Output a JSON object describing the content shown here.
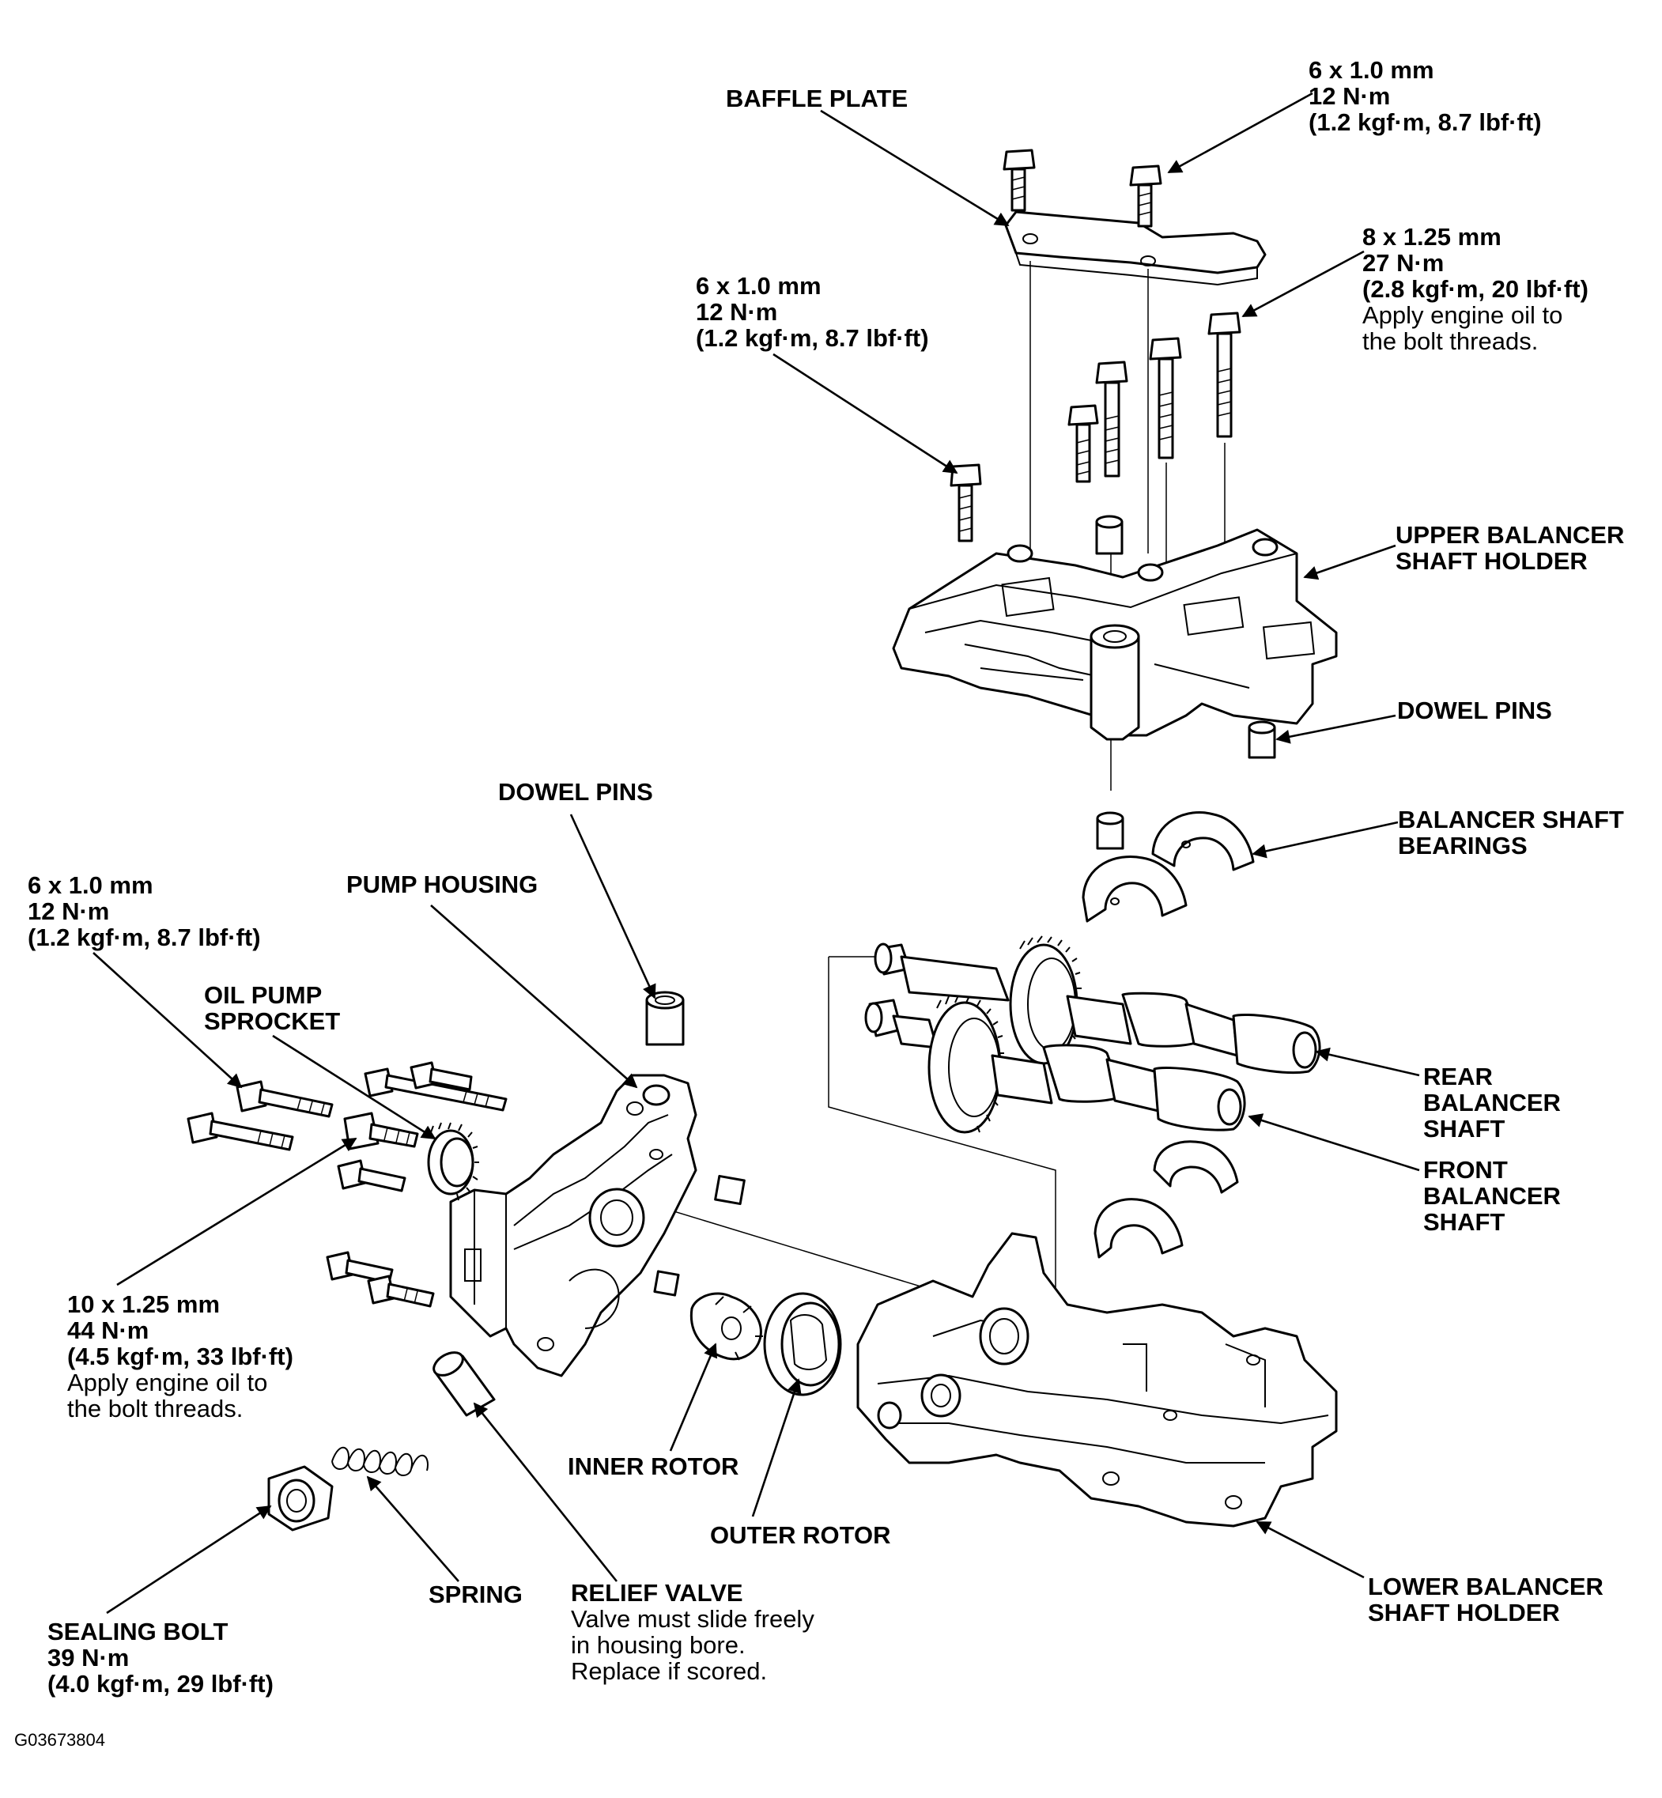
{
  "figure_id": "G03673804",
  "labels": {
    "baffle_plate": {
      "lines": [
        "BAFFLE PLATE"
      ]
    },
    "bolt_top_right": {
      "bold": [
        "6 x 1.0 mm",
        "12 N·m",
        "(1.2 kgf·m, 8.7 lbf·ft)"
      ],
      "normal": []
    },
    "bolt_8x125": {
      "bold": [
        "8 x 1.25 mm",
        "27 N·m",
        "(2.8 kgf·m, 20 lbf·ft)"
      ],
      "normal": [
        "Apply engine oil to",
        "the bolt threads."
      ]
    },
    "bolt_top_left": {
      "bold": [
        "6 x 1.0 mm",
        "12 N·m",
        "(1.2 kgf·m, 8.7 lbf·ft)"
      ],
      "normal": []
    },
    "upper_holder": {
      "lines": [
        "UPPER BALANCER",
        "SHAFT HOLDER"
      ]
    },
    "dowel_pins_right": {
      "lines": [
        "DOWEL PINS"
      ]
    },
    "dowel_pins_center": {
      "lines": [
        "DOWEL PINS"
      ]
    },
    "bearings": {
      "lines": [
        "BALANCER SHAFT",
        "BEARINGS"
      ]
    },
    "pump_housing": {
      "lines": [
        "PUMP HOUSING"
      ]
    },
    "bolt_left": {
      "bold": [
        "6 x 1.0 mm",
        "12 N·m",
        "(1.2 kgf·m, 8.7 lbf·ft)"
      ],
      "normal": []
    },
    "oil_pump_sprocket": {
      "lines": [
        "OIL PUMP",
        "SPROCKET"
      ]
    },
    "rear_shaft": {
      "lines": [
        "REAR",
        "BALANCER",
        "SHAFT"
      ]
    },
    "front_shaft": {
      "lines": [
        "FRONT",
        "BALANCER",
        "SHAFT"
      ]
    },
    "bolt_10x125": {
      "bold": [
        "10 x 1.25 mm",
        "44 N·m",
        "(4.5 kgf·m, 33 lbf·ft)"
      ],
      "normal": [
        "Apply engine oil to",
        "the bolt threads."
      ]
    },
    "inner_rotor": {
      "lines": [
        "INNER ROTOR"
      ]
    },
    "outer_rotor": {
      "lines": [
        "OUTER ROTOR"
      ]
    },
    "lower_holder": {
      "lines": [
        "LOWER BALANCER",
        "SHAFT HOLDER"
      ]
    },
    "spring": {
      "lines": [
        "SPRING"
      ]
    },
    "relief_valve": {
      "bold": [
        "RELIEF VALVE"
      ],
      "normal": [
        "Valve must slide freely",
        "in housing bore.",
        "Replace if scored."
      ]
    },
    "sealing_bolt": {
      "bold": [
        "SEALING BOLT",
        "39 N·m",
        "(4.0 kgf·m, 29 lbf·ft)"
      ],
      "normal": []
    }
  }
}
